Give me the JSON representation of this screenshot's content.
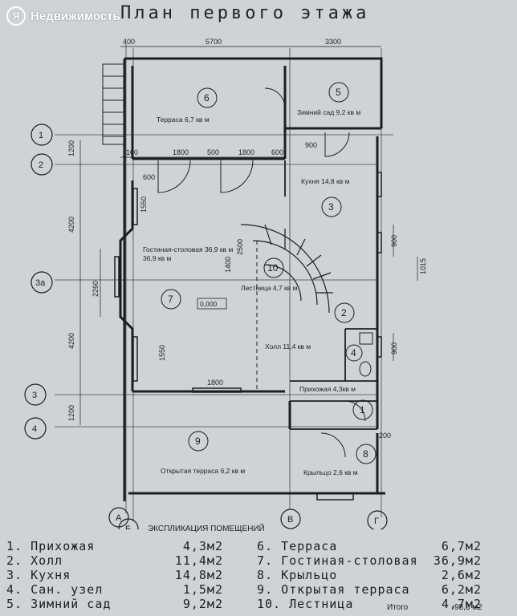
{
  "watermark": {
    "logo_letter": "Я",
    "text": "Недвижимость"
  },
  "title": "План первого этажа",
  "dimensions": {
    "top_400": "400",
    "top_5700": "5700",
    "top_3300": "3300",
    "w1800a": "1800",
    "w500": "500",
    "w1800b": "1800",
    "w600a": "600",
    "w900": "900",
    "w600b": "600",
    "v1550a": "1550",
    "v1550b": "1550",
    "v1800": "1800",
    "l1200a": "1200",
    "l4200a": "4200",
    "l2260": "2260",
    "l4200b": "4200",
    "l1200b": "1200",
    "w1400": "1400",
    "w2500": "2500",
    "r900a": "900",
    "r1015": "1015",
    "r900b": "900",
    "s200": "200",
    "s100": "100"
  },
  "axes": {
    "h1": "1",
    "h2": "2",
    "h3a": "3a",
    "h3": "3",
    "h4": "4",
    "vA": "А",
    "vB": "Б",
    "vV": "В",
    "vG": "Г"
  },
  "rooms": [
    {
      "num": "6",
      "label": "Терраса 6,7 кв м"
    },
    {
      "num": "5",
      "label": "Зимний сад 9,2 кв м"
    },
    {
      "num": "3",
      "label": "Кухня 14,8 кв м"
    },
    {
      "num": "7",
      "label": "Гостиная-столовая 36,9 кв м"
    },
    {
      "num": "10",
      "label": "Лестница 4,7 кв м"
    },
    {
      "num": "2",
      "label": "Холл 11,4 кв м"
    },
    {
      "num": "4",
      "label": ""
    },
    {
      "num": "1",
      "label": "Прихожая 4,3кв м"
    },
    {
      "num": "9",
      "label": "Открытая терраса 6,2 кв м"
    },
    {
      "num": "8",
      "label": "Крыльцо 2,6 кв м"
    }
  ],
  "level_mark": "0,000",
  "explication_title": "ЭКСПЛИКАЦИЯ ПОМЕЩЕНИЙ",
  "explication_left": [
    {
      "name": "1. Прихожая",
      "area": "4,3м2"
    },
    {
      "name": "2. Холл",
      "area": "11,4м2"
    },
    {
      "name": "3. Кухня",
      "area": "14,8м2"
    },
    {
      "name": "4. Сан. узел",
      "area": "1,5м2"
    },
    {
      "name": "5. Зимний сад",
      "area": "9,2м2"
    }
  ],
  "explication_right": [
    {
      "name": "6. Терраса",
      "area": "6,7м2"
    },
    {
      "name": "7. Гостиная-столовая",
      "area": "36,9м2"
    },
    {
      "name": "8. Крыльцо",
      "area": "2,6м2"
    },
    {
      "name": "9. Открытая терраса",
      "area": "6,2м2"
    },
    {
      "name": "10. Лестница",
      "area": "4,7м2"
    }
  ],
  "total_label": "Итого",
  "total_value": "98,3 м2"
}
